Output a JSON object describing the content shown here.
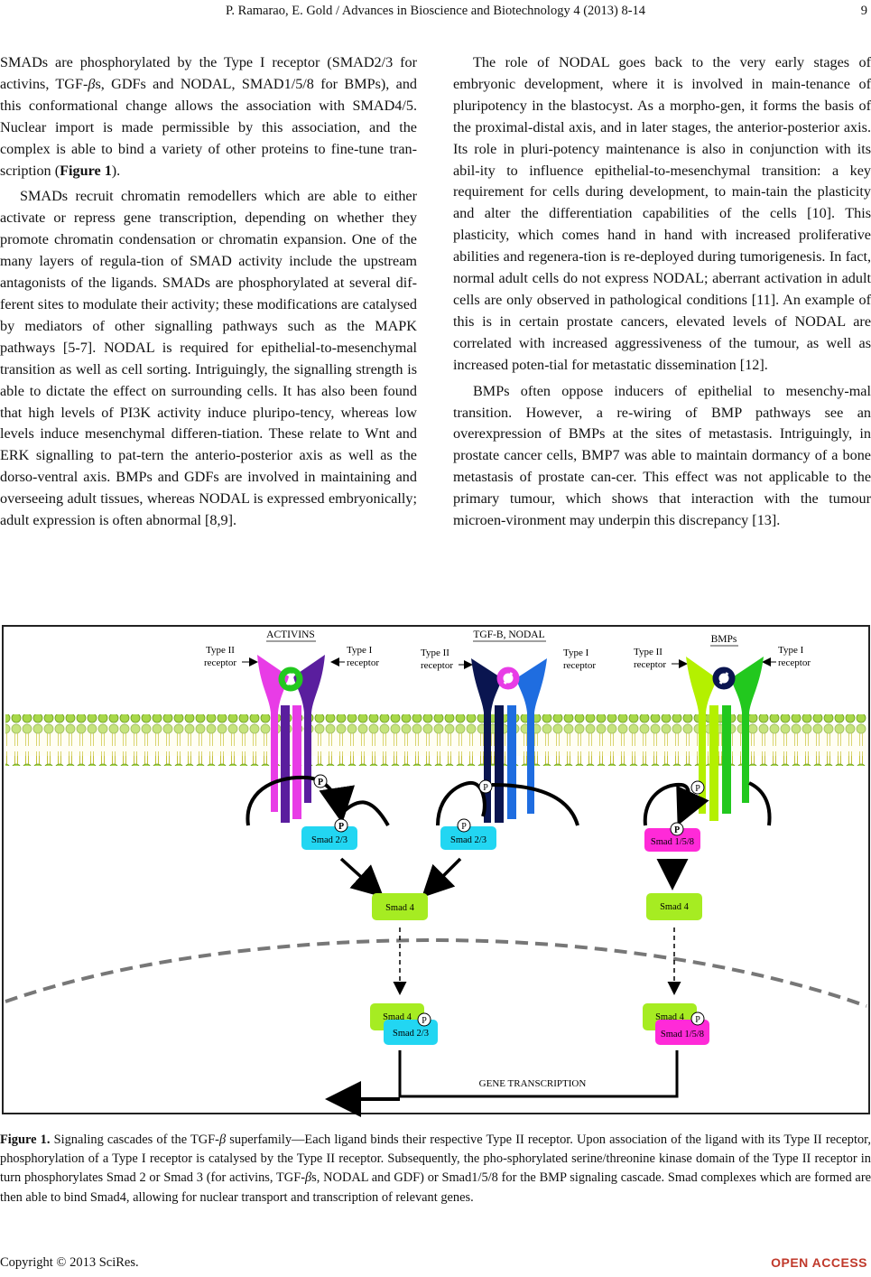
{
  "header": {
    "journal": "P. Ramarao, E. Gold / Advances in Bioscience and Biotechnology 4 (2013) 8-14",
    "page_number": "9"
  },
  "left_column": {
    "p1a": "SMADs are phosphorylated by the Type I receptor (SMAD2/3 for activins, TGF-",
    "p1_beta": "β",
    "p1b": "s, GDFs and NODAL, SMAD1/5/8 for BMPs), and this conformational change allows the association with SMAD4/5. Nuclear import is made permissible by this association, and the complex is able to bind a variety of other proteins to fine-tune tran-scription (",
    "p1_ref": "Figure 1",
    "p1c": ").",
    "p2": "SMADs recruit chromatin remodellers which are able to either activate or repress gene transcription, depending on whether they promote chromatin condensation or chromatin expansion. One of the many layers of regula-tion of SMAD activity include the upstream antagonists of the ligands. SMADs are phosphorylated at several dif-ferent sites to modulate their activity; these modifications are catalysed by mediators of other signalling pathways such as the MAPK pathways [5-7]. NODAL is required for epithelial-to-mesenchymal transition as well as cell sorting. Intriguingly, the signalling strength is able to dictate the effect on surrounding cells. It has also been found that high levels of PI3K activity induce pluripo-tency, whereas low levels induce mesenchymal differen-tiation. These relate to Wnt and ERK signalling to pat-tern the anterio-posterior axis as well as the dorso-ventral axis. BMPs and GDFs are involved in maintaining and overseeing adult tissues, whereas NODAL is expressed embryonically; adult expression is often abnormal [8,9]."
  },
  "right_column": {
    "p1": "The role of NODAL goes back to the very early stages of embryonic development, where it is involved in main-tenance of pluripotency in the blastocyst. As a morpho-gen, it forms the basis of the proximal-distal axis, and in later stages, the anterior-posterior axis. Its role in pluri-potency maintenance is also in conjunction with its abil-ity to influence epithelial-to-mesenchymal transition: a key requirement for cells during development, to main-tain the plasticity and alter the differentiation capabilities of the cells [10]. This plasticity, which comes hand in hand with increased proliferative abilities and regenera-tion is re-deployed during tumorigenesis. In fact, normal adult cells do not express NODAL; aberrant activation in adult cells are only observed in pathological conditions [11]. An example of this is in certain prostate cancers, elevated levels of NODAL are correlated with increased aggressiveness of the tumour, as well as increased poten-tial for metastatic dissemination [12].",
    "p2": "BMPs often oppose inducers of epithelial to mesenchy-mal transition. However, a re-wiring of BMP pathways see an overexpression of BMPs at the sites of metastasis. Intriguingly, in prostate cancer cells, BMP7 was able to maintain dormancy of a bone metastasis of prostate can-cer. This effect was not applicable to the primary tumour, which shows that interaction with the tumour microen-vironment may underpin this discrepancy [13]."
  },
  "figure": {
    "ligand_activins": "ACTIVINS",
    "ligand_tgfb": "TGF-B, NODAL",
    "ligand_bmps": "BMPs",
    "type2_line1": "Type II",
    "type1_line1": "Type I",
    "receptor_line2": "receptor",
    "phospho": "P",
    "smad23": "Smad 2/3",
    "smad158": "Smad 1/5/8",
    "smad4": "Smad 4",
    "gene_transcription": "GENE TRANSCRIPTION",
    "colors": {
      "activin_magenta": "#e83ce6",
      "activin_purple": "#5a1e9e",
      "tgfb_navy": "#0a1550",
      "tgfb_blue": "#1f6de0",
      "bmp_lime": "#b4f000",
      "bmp_green": "#22c81e",
      "smad23_cyan": "#22d6f2",
      "smad158_magenta": "#ff2ad8",
      "smad4_lime": "#a6ec22",
      "membrane_green": "#9ad13a"
    }
  },
  "caption": {
    "label": "Figure 1.",
    "t1": " Signaling cascades of the TGF-",
    "beta1": "β",
    "t2": " superfamily—Each ligand binds their respective Type II receptor. Upon association of the ligand with its Type II receptor, phosphorylation of a Type I receptor is catalysed by the Type II receptor. Subsequently, the pho-sphorylated serine/threonine kinase domain of the Type II receptor in turn phosphorylates Smad 2 or Smad 3 (for activins, TGF-",
    "beta2": "β",
    "t3": "s, NODAL and GDF) or Smad1/5/8 for the BMP signaling cascade. Smad complexes which are formed are then able to bind Smad4, allowing for nuclear transport and transcription of relevant genes."
  },
  "footer": {
    "copyright": "Copyright © 2013 SciRes.",
    "open_access": "OPEN ACCESS"
  }
}
